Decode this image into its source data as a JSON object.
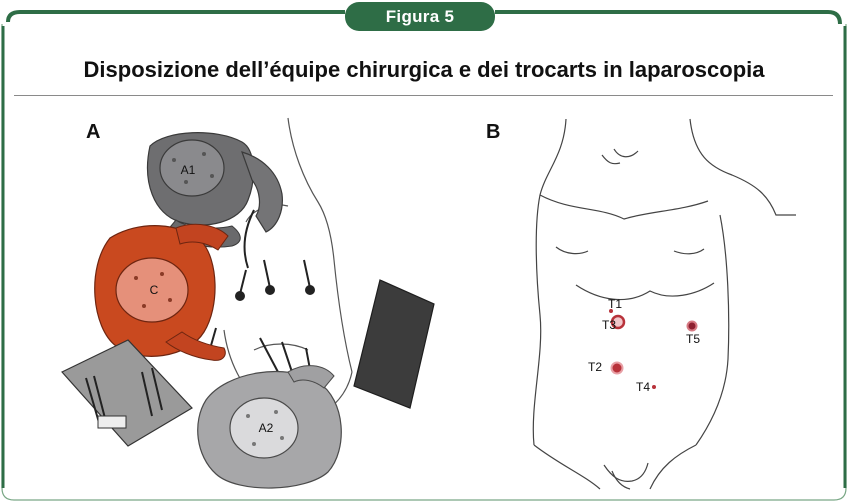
{
  "figure_tab": "Figura 5",
  "title": "Disposizione dell’équipe chirurgica e dei trocarts in laparoscopia",
  "panel_a": {
    "letter": "A",
    "labels": {
      "assistant_1": "A1",
      "surgeon": "C",
      "assistant_2": "A2"
    }
  },
  "panel_b": {
    "letter": "B",
    "trocars": {
      "t1": "T1",
      "t2": "T2",
      "t3": "T3",
      "t4": "T4",
      "t5": "T5"
    }
  },
  "colors": {
    "frame_green": "#2e6d46",
    "surgeon_red": "#c9491f",
    "assistant_gray": "#6e6e70",
    "trocar_red": "#b8323a"
  }
}
